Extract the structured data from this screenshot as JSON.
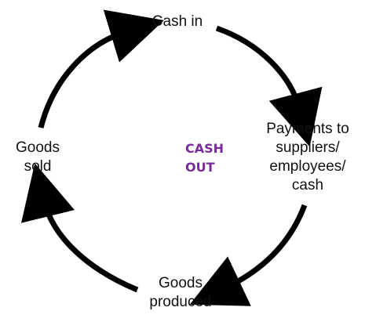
{
  "nodes": {
    "top": {
      "lines": [
        "Cash in"
      ]
    },
    "right": {
      "lines": [
        "Payments to",
        "suppliers/",
        "employees/",
        "cash"
      ]
    },
    "bottom": {
      "lines": [
        "Goods",
        "produced"
      ]
    },
    "left": {
      "lines": [
        "Goods",
        "sold"
      ]
    }
  },
  "center_label": {
    "lines": [
      "CASH",
      "OUT"
    ]
  },
  "colors": {
    "arrow": "#000000",
    "text": "#111111",
    "accent": "#7b2a9a"
  }
}
